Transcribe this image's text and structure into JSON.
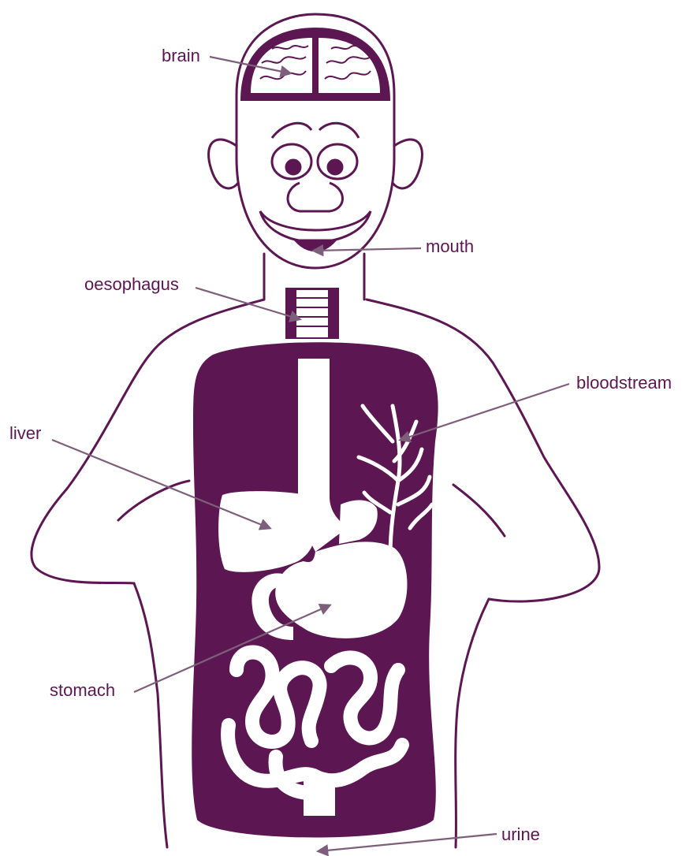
{
  "colors": {
    "purple": "#5c1652",
    "leader": "#7e5f7b",
    "label": "#5c1652",
    "paper": "#ffffff"
  },
  "labels": {
    "brain": "brain",
    "mouth": "mouth",
    "oesophagus": "oesophagus",
    "bloodstream": "bloodstream",
    "liver": "liver",
    "stomach": "stomach",
    "urine": "urine"
  }
}
